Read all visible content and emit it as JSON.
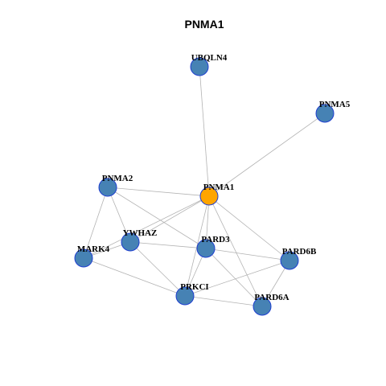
{
  "title": "PNMA1",
  "colors": {
    "node_fill": "#4682b4",
    "center_fill": "#ffa500",
    "node_stroke": "#1f3fd0",
    "edge": "#b3b3b3"
  },
  "nodes": [
    {
      "id": "UBQLN4",
      "label": "UBQLN4",
      "center": false
    },
    {
      "id": "PNMA5",
      "label": "PNMA5",
      "center": false
    },
    {
      "id": "PNMA2",
      "label": "PNMA2",
      "center": false
    },
    {
      "id": "PNMA1",
      "label": "PNMA1",
      "center": true
    },
    {
      "id": "YWHAZ",
      "label": "YWHAZ",
      "center": false
    },
    {
      "id": "MARK4",
      "label": "MARK4",
      "center": false
    },
    {
      "id": "PARD3",
      "label": "PARD3",
      "center": false
    },
    {
      "id": "PARD6B",
      "label": "PARD6B",
      "center": false
    },
    {
      "id": "PRKCI",
      "label": "PRKCI",
      "center": false
    },
    {
      "id": "PARD6A",
      "label": "PARD6A",
      "center": false
    }
  ],
  "edges": [
    [
      "PNMA1",
      "UBQLN4"
    ],
    [
      "PNMA1",
      "PNMA5"
    ],
    [
      "PNMA1",
      "PNMA2"
    ],
    [
      "PNMA1",
      "YWHAZ"
    ],
    [
      "PNMA1",
      "MARK4"
    ],
    [
      "PNMA1",
      "PARD3"
    ],
    [
      "PNMA1",
      "PARD6B"
    ],
    [
      "PNMA1",
      "PRKCI"
    ],
    [
      "PNMA1",
      "PARD6A"
    ],
    [
      "PNMA2",
      "YWHAZ"
    ],
    [
      "PNMA2",
      "MARK4"
    ],
    [
      "PNMA2",
      "PARD3"
    ],
    [
      "YWHAZ",
      "MARK4"
    ],
    [
      "YWHAZ",
      "PARD3"
    ],
    [
      "YWHAZ",
      "PRKCI"
    ],
    [
      "MARK4",
      "PRKCI"
    ],
    [
      "PARD3",
      "PRKCI"
    ],
    [
      "PARD3",
      "PARD6B"
    ],
    [
      "PARD3",
      "PARD6A"
    ],
    [
      "PRKCI",
      "PARD6B"
    ],
    [
      "PRKCI",
      "PARD6A"
    ],
    [
      "PARD6B",
      "PARD6A"
    ]
  ]
}
